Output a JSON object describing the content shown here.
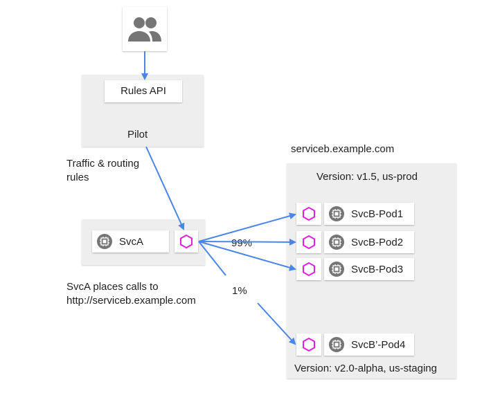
{
  "users": {
    "icon": "users-icon"
  },
  "rules_api": {
    "label": "Rules API"
  },
  "pilot": {
    "label": "Pilot"
  },
  "traffic_label": {
    "line1": "Traffic & routing",
    "line2": "rules"
  },
  "svca": {
    "label": "SvcA",
    "icon": "cpu-chip-icon",
    "proxy_icon": "envoy-hexagon-icon"
  },
  "svca_note": {
    "line1": "SvcA places calls to",
    "line2": "http://serviceb.example.com"
  },
  "service_name": "serviceb.example.com",
  "prod_version": "Version: v1.5, us-prod",
  "staging_version": "Version: v2.0-alpha, us-staging",
  "split": {
    "main": "99%",
    "canary": "1%"
  },
  "pods": [
    {
      "label": "SvcB-Pod1"
    },
    {
      "label": "SvcB-Pod2"
    },
    {
      "label": "SvcB-Pod3"
    },
    {
      "label": "SvcB’-Pod4"
    }
  ],
  "colors": {
    "arrow": "#4a86e8",
    "hexagon": "#e020e0",
    "chip": "#757575",
    "panel": "#eeeeee"
  }
}
